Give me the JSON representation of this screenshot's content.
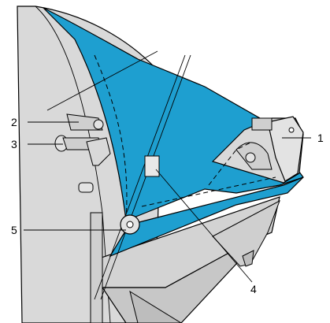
{
  "colors": {
    "frame": "#d9d9d9",
    "frame_dark": "#bdbdbd",
    "fabric": "#1e9fd0",
    "fabric_light": "#5cc2e8",
    "line": "#000000",
    "background": "#ffffff"
  },
  "callouts": {
    "c1": "1",
    "c2": "2",
    "c3": "3",
    "c4": "4",
    "c5": "5"
  }
}
